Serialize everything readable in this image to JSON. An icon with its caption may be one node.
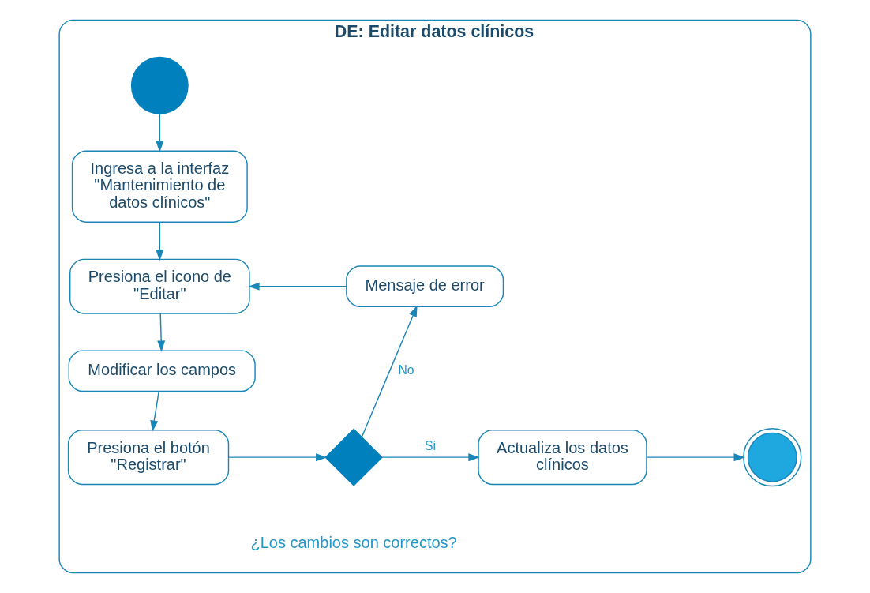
{
  "diagram": {
    "nodes": [
      {
        "text": [
          "DE: Editar datos clínicos"
        ]
      },
      {
        "text": [],
        "shape": "circle",
        "in": 0
      },
      {
        "text": [
          "Ingresa a la interfaz \"Mantenimiento de datos clínicos\""
        ],
        "in": 0
      },
      {
        "text": [
          "Presiona el icono de \"Editar\""
        ],
        "in": 0
      },
      {
        "text": [
          "Mensaje de error"
        ],
        "in": 0
      },
      {
        "text": [
          "Modificar los campos"
        ],
        "in": 0
      },
      {
        "text": [
          "Presiona el botón \"Registrar\""
        ],
        "in": 0
      },
      {
        "text": [],
        "shape": "diamond",
        "in": 0,
        "beside": [
          "¿Los cambios son correctos?"
        ]
      },
      {
        "text": [
          "Actualiza los datos clínicos"
        ],
        "in": 0
      },
      {
        "text": [],
        "shape": "circle",
        "in": 0
      }
    ],
    "edges": [
      {
        "from": 1,
        "to": 2,
        "arrow": "to"
      },
      {
        "from": 2,
        "to": 3,
        "arrow": "to"
      },
      {
        "from": 3,
        "to": 5,
        "arrow": "to"
      },
      {
        "from": 5,
        "to": 6,
        "arrow": "to"
      },
      {
        "from": 6,
        "to": 7,
        "arrow": "to"
      },
      {
        "from": 7,
        "to": 4,
        "arrow": "to",
        "label": "No"
      },
      {
        "from": 4,
        "to": 3,
        "arrow": "to"
      },
      {
        "from": 7,
        "to": 8,
        "arrow": "to",
        "label": "Si"
      },
      {
        "from": 8,
        "to": 9,
        "arrow": "to"
      }
    ]
  }
}
